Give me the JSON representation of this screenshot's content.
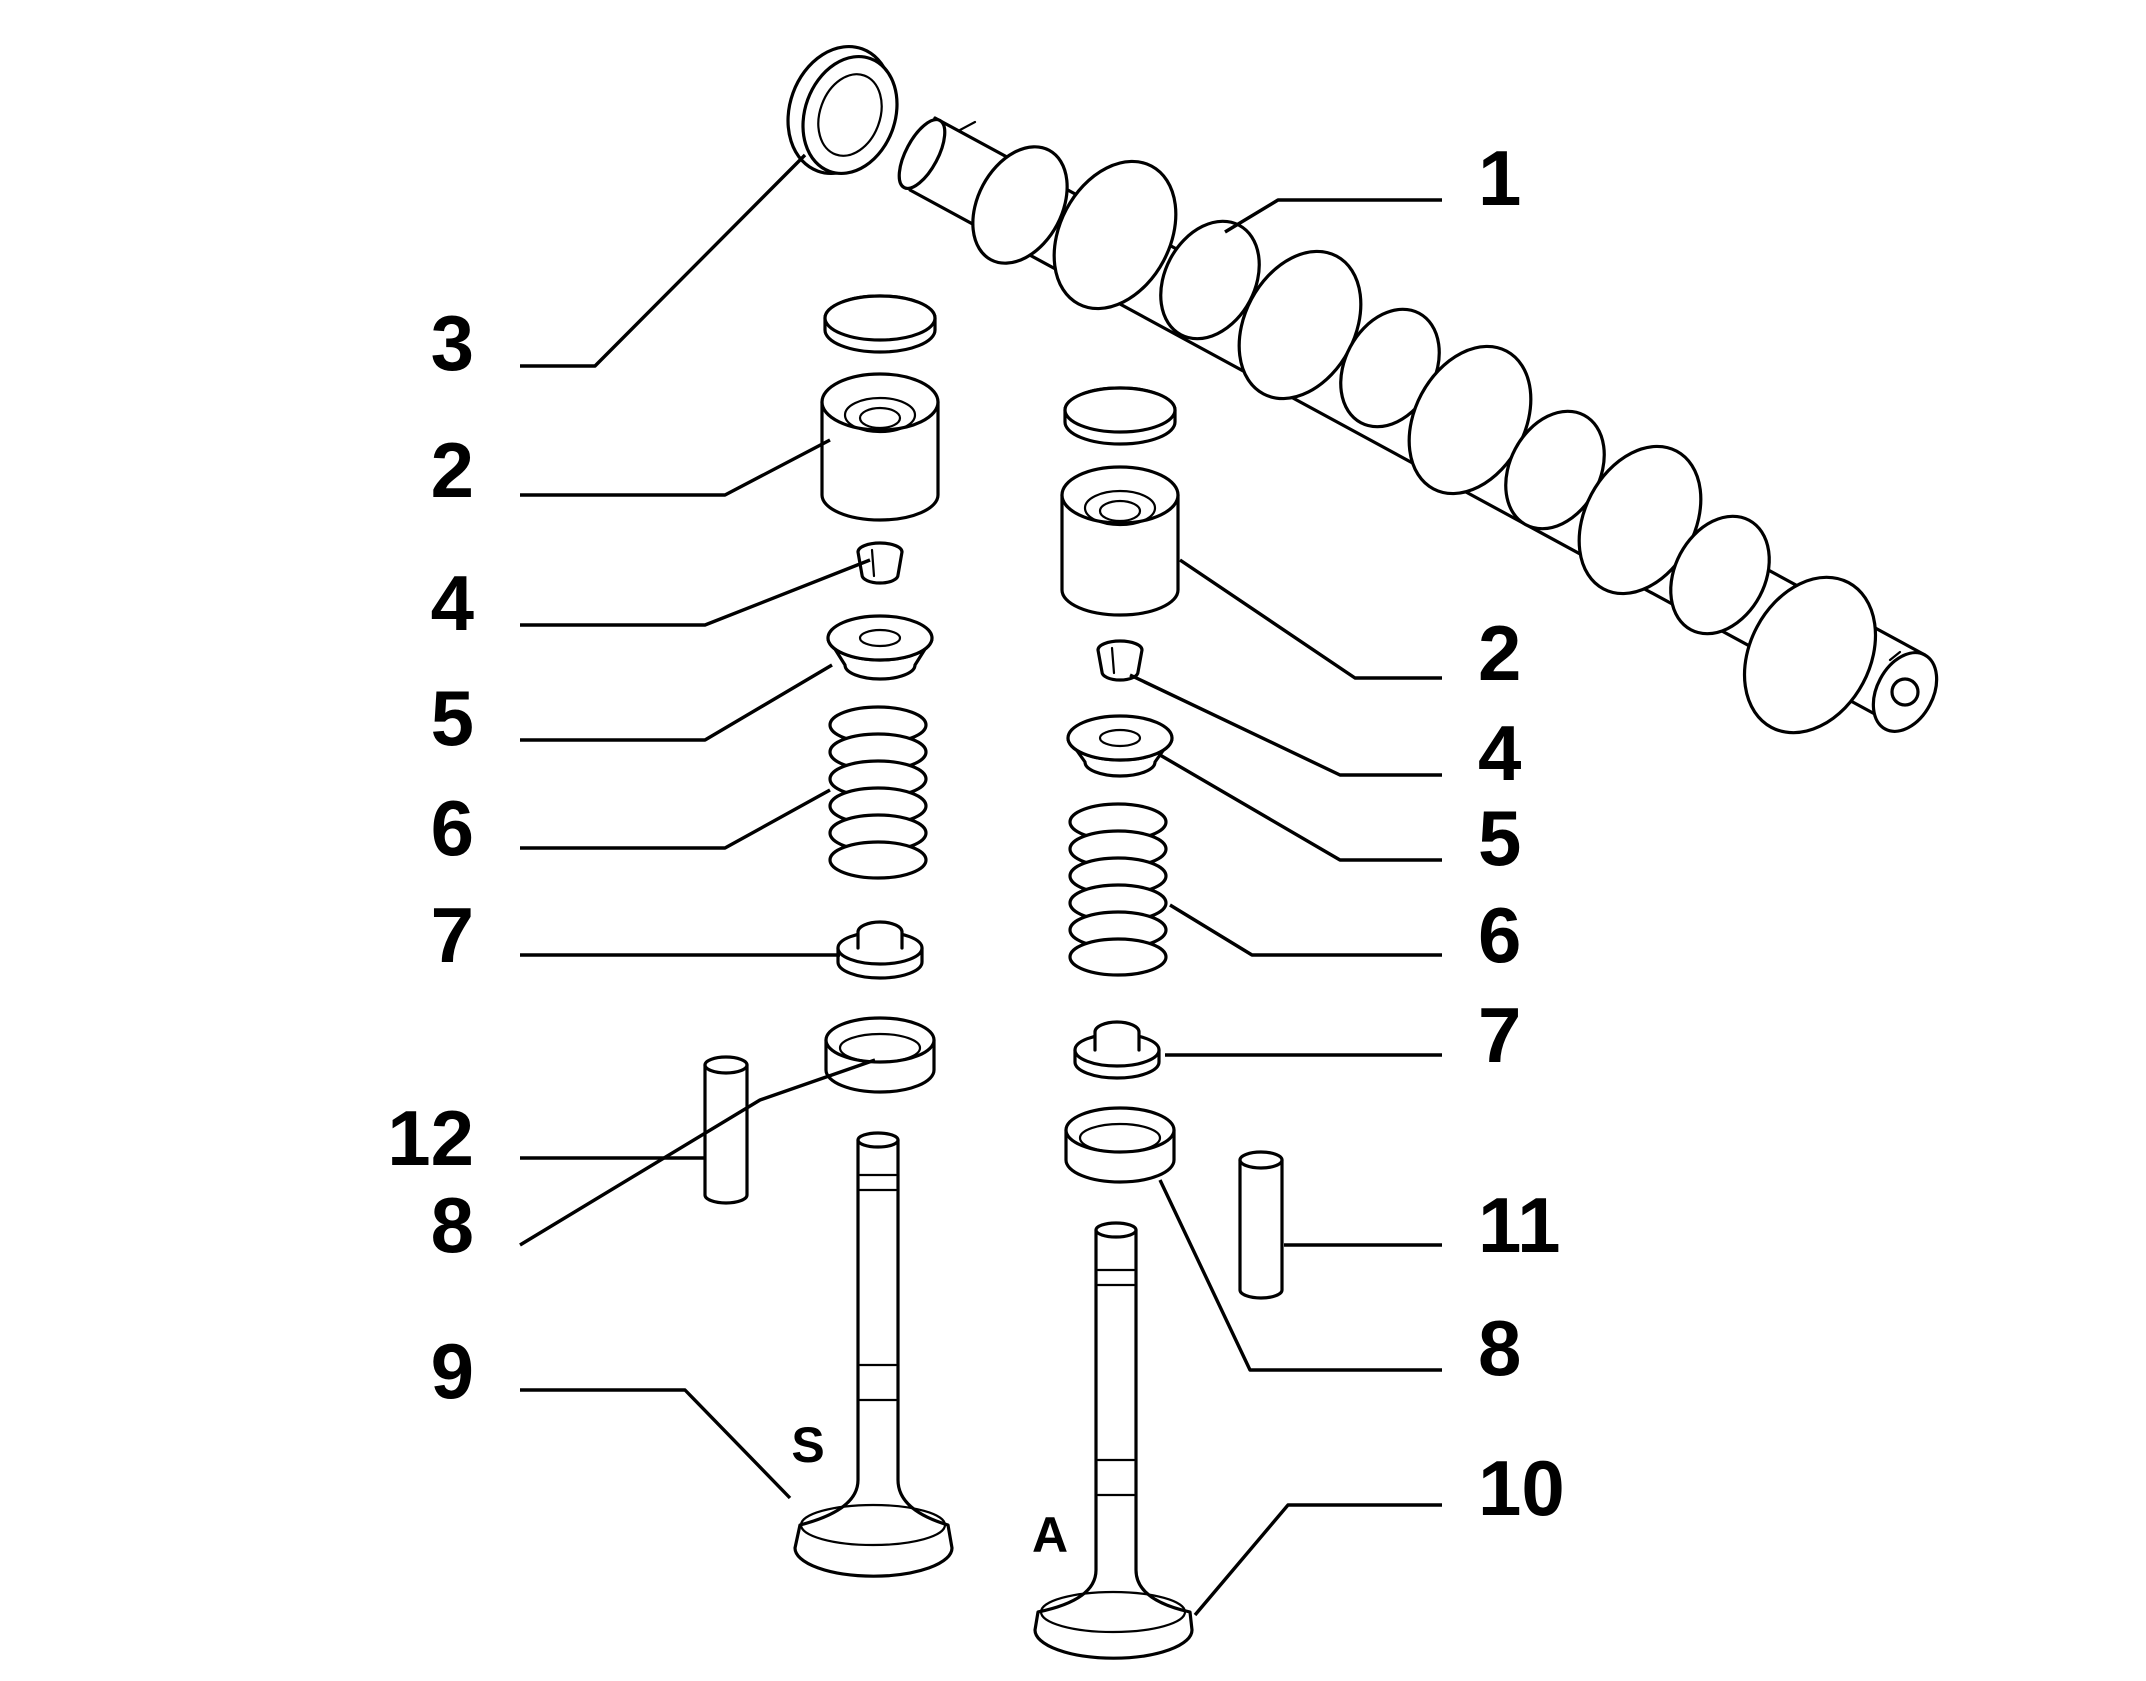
{
  "diagram": {
    "callouts": [
      {
        "id": "camshaft",
        "label": "1"
      },
      {
        "id": "tappet-left",
        "label": "2"
      },
      {
        "id": "tappet-right",
        "label": "2"
      },
      {
        "id": "oil-seal",
        "label": "3"
      },
      {
        "id": "cotter-left",
        "label": "4"
      },
      {
        "id": "cotter-right",
        "label": "4"
      },
      {
        "id": "retainer-left",
        "label": "5"
      },
      {
        "id": "retainer-right",
        "label": "5"
      },
      {
        "id": "spring-left",
        "label": "6"
      },
      {
        "id": "spring-right",
        "label": "6"
      },
      {
        "id": "stem-seal-left",
        "label": "7"
      },
      {
        "id": "stem-seal-right",
        "label": "7"
      },
      {
        "id": "seat-left",
        "label": "8"
      },
      {
        "id": "seat-right",
        "label": "8"
      },
      {
        "id": "exhaust-valve",
        "label": "9"
      },
      {
        "id": "intake-valve",
        "label": "10"
      },
      {
        "id": "guide-right",
        "label": "11"
      },
      {
        "id": "guide-left",
        "label": "12"
      }
    ],
    "valve_marks": {
      "exhaust": "S",
      "intake": "A"
    }
  }
}
